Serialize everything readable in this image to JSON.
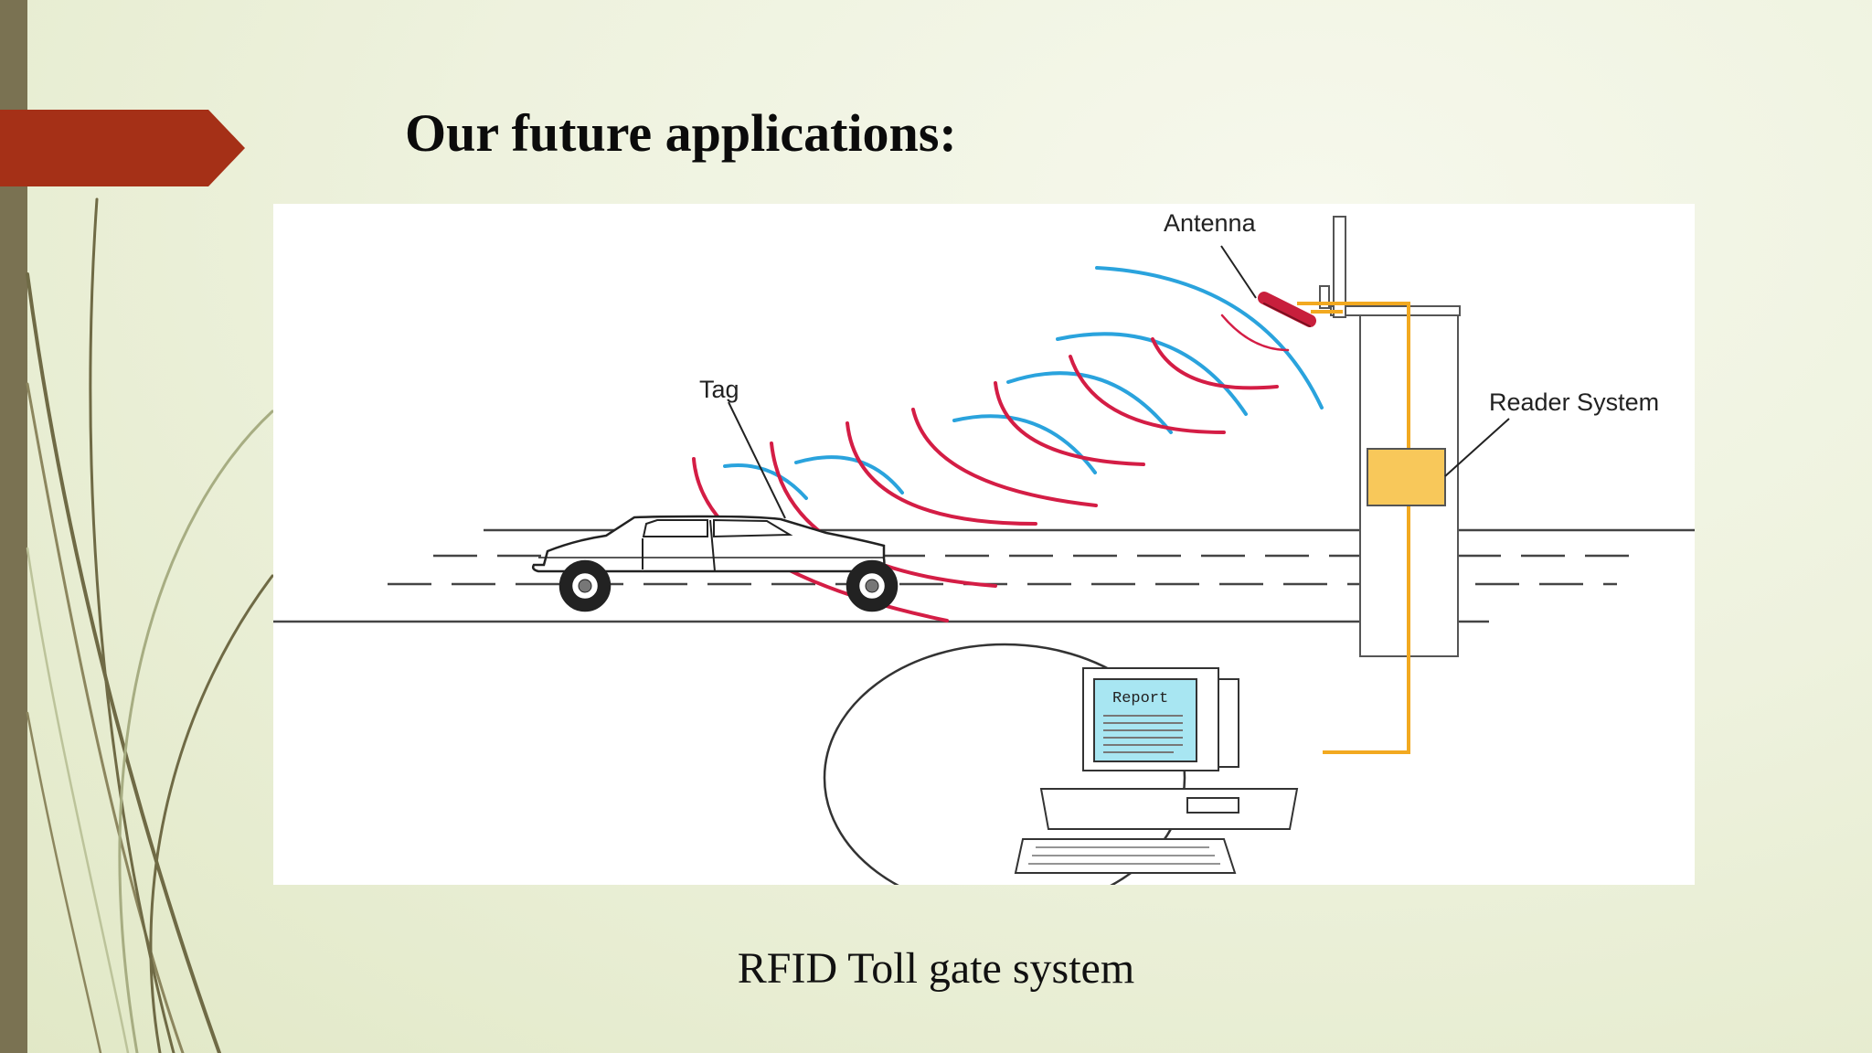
{
  "slide": {
    "title": "Our future applications:",
    "caption": "RFID Toll gate system"
  },
  "diagram": {
    "labels": {
      "antenna": "Antenna",
      "tag": "Tag",
      "reader_system": "Reader System",
      "report": "Report"
    }
  },
  "colors": {
    "accent": "#a53017",
    "left_bar": "#7a7252",
    "wave_blue": "#2aa3dd",
    "wave_red": "#d41d45",
    "cable": "#f2a920",
    "reader_box": "#f8c85a",
    "screen": "#a8e6f2"
  },
  "icons": [
    "car-icon",
    "computer-icon",
    "antenna-icon",
    "reader-box-icon"
  ]
}
